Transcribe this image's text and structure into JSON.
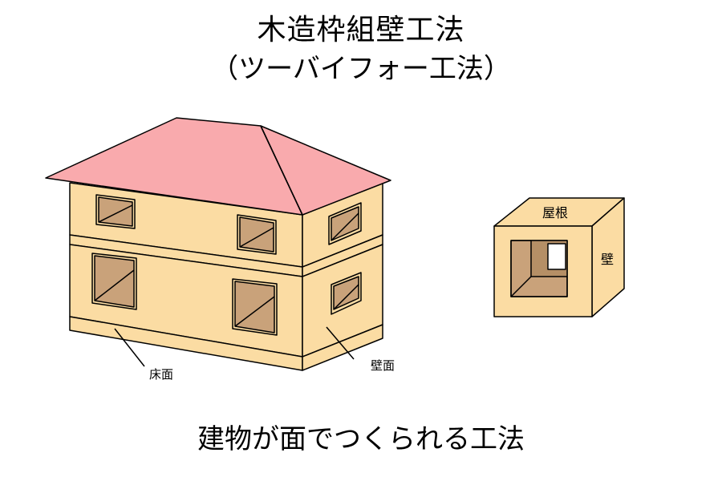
{
  "title": {
    "main": "木造枠組壁工法",
    "sub": "（ツーバイフォー工法）"
  },
  "labels": {
    "floor": "床面",
    "wall": "壁面",
    "box_roof": "屋根",
    "box_wall": "壁"
  },
  "caption": "建物が面でつくられる工法",
  "colors": {
    "roof": "#f9aaad",
    "wall": "#fbdca3",
    "opening": "#c9a27a",
    "outline": "#000000"
  }
}
